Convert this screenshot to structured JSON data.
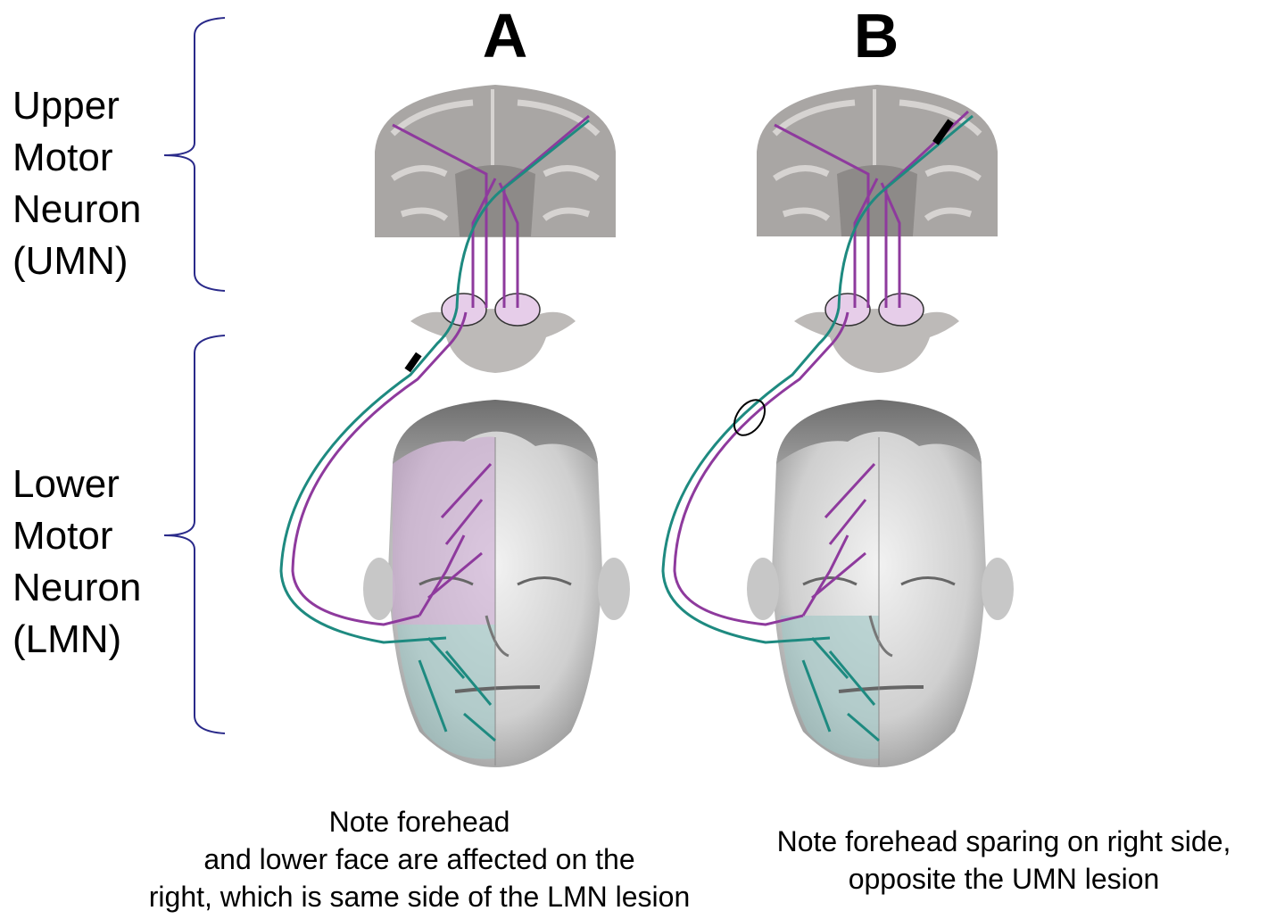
{
  "panels": {
    "a": {
      "letter": "A"
    },
    "b": {
      "letter": "B"
    }
  },
  "labels": {
    "umn": "Upper\nMotor\nNeuron\n(UMN)",
    "lmn": "Lower\nMotor\nNeuron\n(LMN)"
  },
  "captions": {
    "a": "Note forehead\nand lower face are affected on the\nright, which is same side of the LMN lesion",
    "b": "Note forehead sparing on right side,\nopposite the UMN lesion"
  },
  "colors": {
    "upper_fiber": "#8e3a9d",
    "lower_fiber": "#1e8a80",
    "brain": "#a9a6a4",
    "brain_sulci": "#d6d3d1",
    "skin": "#d9d9d9",
    "bracket": "#2a2a8a",
    "lesion": "#000000"
  }
}
